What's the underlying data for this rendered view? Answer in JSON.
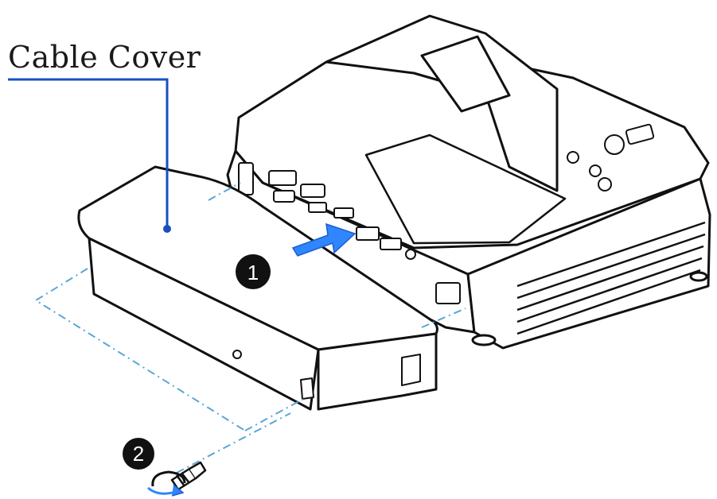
{
  "callout": {
    "label": "Cable Cover"
  },
  "steps": [
    {
      "number": "1"
    },
    {
      "number": "2"
    }
  ],
  "icons": {
    "arrow": "insert-arrow-icon",
    "screw": "screw-icon",
    "rotate": "rotate-arrow-icon"
  },
  "colors": {
    "leader_line": "#1a4fc4",
    "insert_arrow": "#2f86ff",
    "guide_dash": "#5aa6d8",
    "outline": "#111111",
    "badge": "#111111"
  }
}
